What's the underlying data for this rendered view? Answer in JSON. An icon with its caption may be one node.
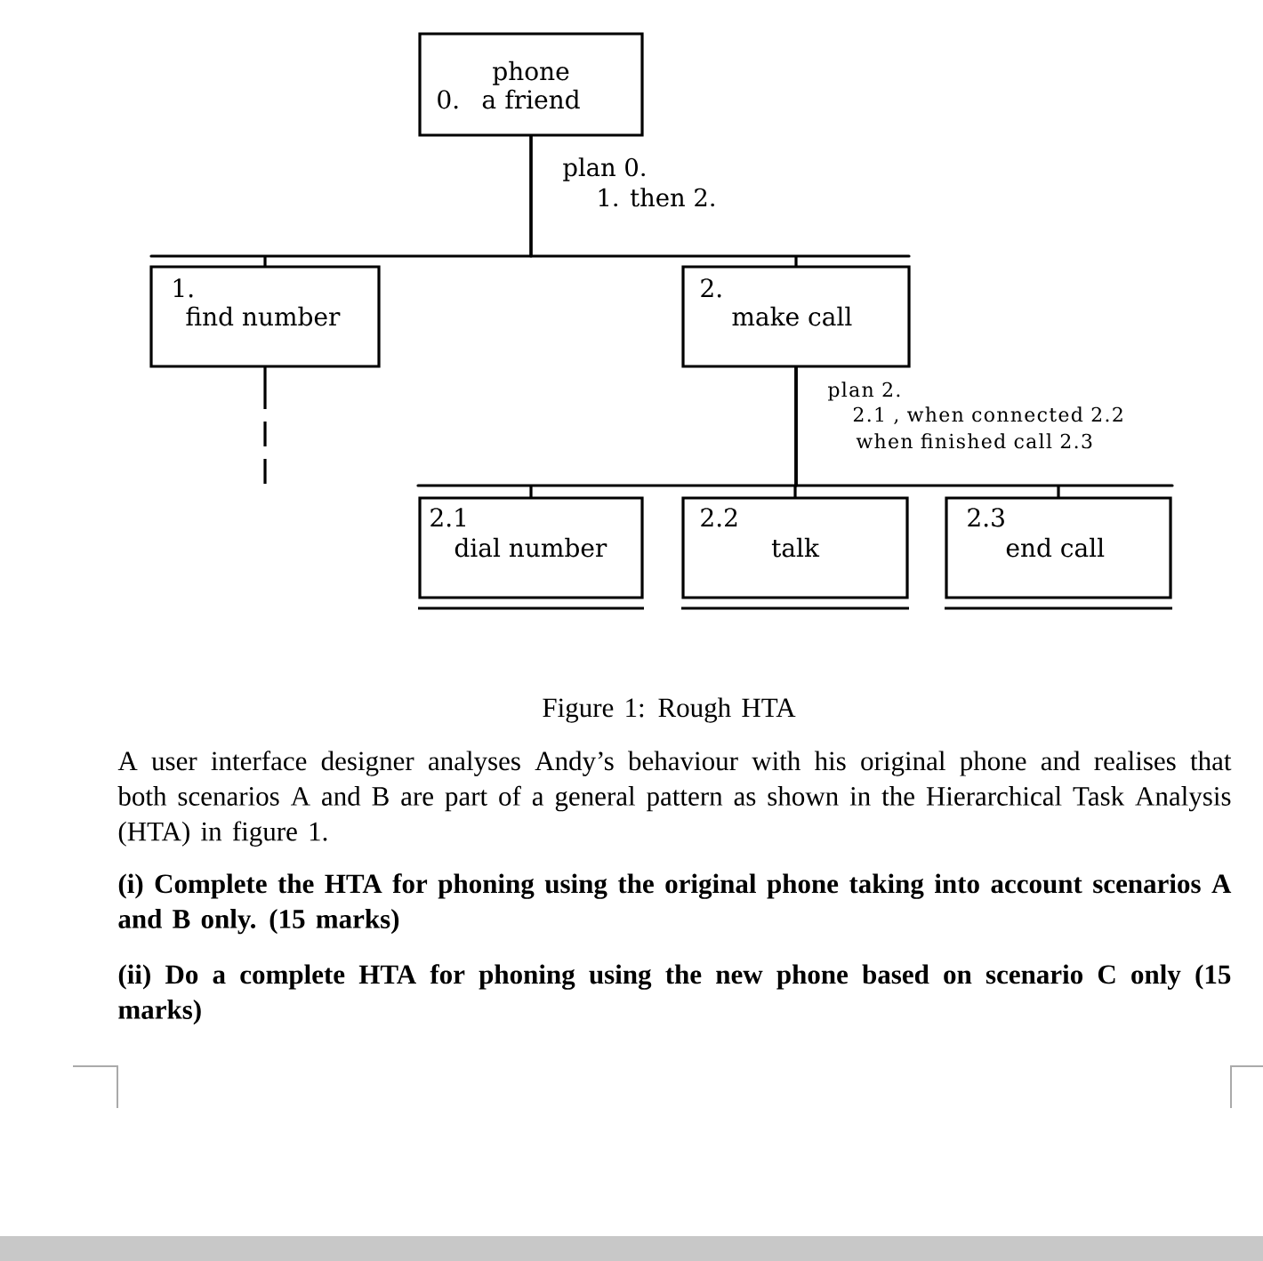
{
  "diagram": {
    "caption": "Figure 1: Rough HTA",
    "nodes": [
      {
        "text": [
          "0.",
          "phone a friend"
        ],
        "beside": [
          "plan 0.",
          "1. then 2."
        ]
      },
      {
        "text": [
          "1.",
          "find number"
        ]
      },
      {
        "text": [
          "2.",
          "make call"
        ],
        "beside": [
          "plan 2.",
          "2.1 , when connected 2.2",
          "when finished call 2.3"
        ]
      },
      {
        "text": [
          "2.1",
          "dial number"
        ]
      },
      {
        "text": [
          "2.2",
          "talk"
        ]
      },
      {
        "text": [
          "2.3",
          "end call"
        ]
      }
    ],
    "edges": [
      {
        "from": 0,
        "to": 1,
        "arrow": "none"
      },
      {
        "from": 0,
        "to": 2,
        "arrow": "none"
      },
      {
        "from": 1,
        "to": null,
        "arrow": "none",
        "style": "dashed"
      },
      {
        "from": 2,
        "to": 3,
        "arrow": "none"
      },
      {
        "from": 2,
        "to": 4,
        "arrow": "none"
      },
      {
        "from": 2,
        "to": 5,
        "arrow": "none"
      }
    ],
    "labels": [
      "A user interface designer analyses Andy’s behaviour with his original phone and realises that both scenarios A and B are part of a general pattern as shown in the Hierarchical Task Analysis (HTA) in figure 1.",
      "(i) Complete the HTA for phoning using the original phone taking into account scenarios A and B only. (15 marks)",
      "(ii) Do a complete HTA for phoning using the new phone based on scenario C only (15 marks)"
    ]
  }
}
